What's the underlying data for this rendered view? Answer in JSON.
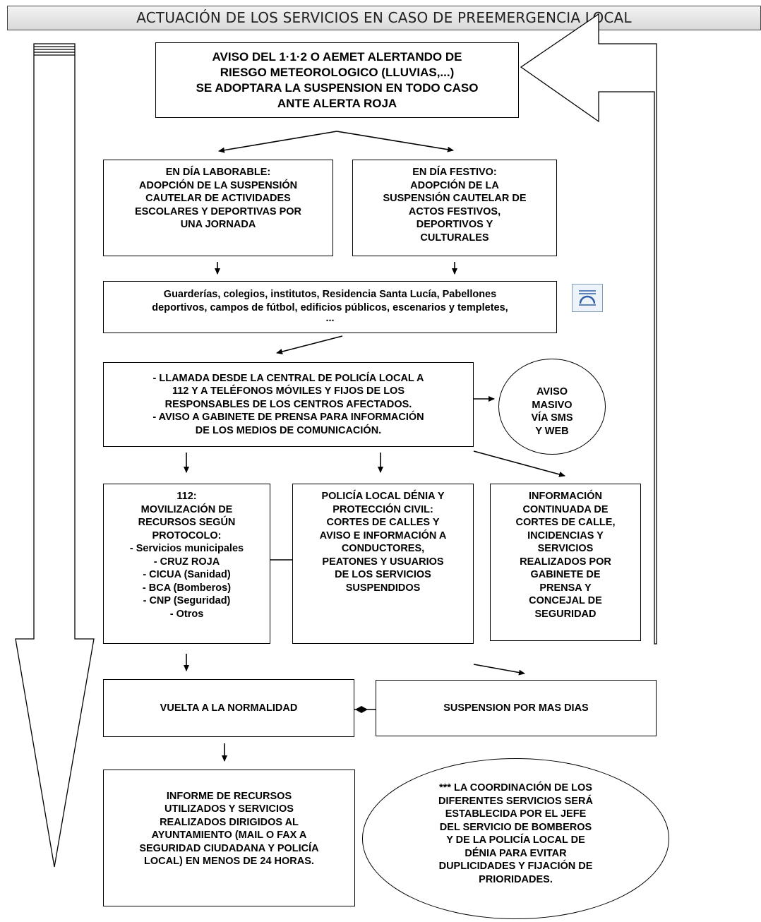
{
  "header": {
    "title": "ACTUACIÓN DE LOS SERVICIOS EN CASO DE PREEMERGENCIA LOCAL"
  },
  "nodes": {
    "aviso": {
      "lines": [
        "AVISO DEL 1·1·2 O AEMET ALERTANDO DE",
        "RIESGO METEOROLOGICO (LLUVIAS,...)",
        "SE ADOPTARA LA SUSPENSION EN TODO CASO",
        "ANTE ALERTA ROJA"
      ]
    },
    "laborable": {
      "lines": [
        "EN DÍA LABORABLE:",
        "ADOPCIÓN DE LA SUSPENSIÓN",
        "CAUTELAR DE ACTIVIDADES",
        "ESCOLARES Y DEPORTIVAS POR",
        "UNA JORNADA"
      ]
    },
    "festivo": {
      "lines": [
        "EN DÍA FESTIVO:",
        "ADOPCIÓN DE LA",
        "SUSPENSIÓN CAUTELAR DE",
        "ACTOS FESTIVOS,",
        "DEPORTIVOS Y",
        "CULTURALES"
      ]
    },
    "centros": {
      "lines": [
        "Guarderías, colegios, institutos, Residencia Santa Lucía, Pabellones",
        "deportivos, campos de fútbol, edificios públicos, escenarios y templetes,",
        "..."
      ]
    },
    "llamada": {
      "lines": [
        "- LLAMADA DESDE LA CENTRAL DE POLICÍA LOCAL A",
        "112 Y A TELÉFONOS MÓVILES Y FIJOS DE LOS",
        "RESPONSABLES DE LOS CENTROS AFECTADOS.",
        "- AVISO A GABINETE DE PRENSA PARA INFORMACIÓN",
        "DE LOS MEDIOS DE COMUNICACIÓN."
      ]
    },
    "masivo": {
      "lines": [
        "AVISO",
        "MASIVO",
        "VÍA SMS",
        "Y WEB"
      ]
    },
    "r112": {
      "lines": [
        "112:",
        "MOVILIZACIÓN DE",
        "RECURSOS SEGÚN",
        "PROTOCOLO:",
        "- Servicios municipales",
        "- CRUZ ROJA",
        "- CICUA (Sanidad)",
        "- BCA (Bomberos)",
        "- CNP (Seguridad)",
        "- Otros"
      ]
    },
    "policia": {
      "lines": [
        "POLICÍA LOCAL DÉNIA Y",
        "PROTECCIÓN CIVIL:",
        "CORTES DE CALLES Y",
        "AVISO E INFORMACIÓN A",
        "CONDUCTORES,",
        "PEATONES Y USUARIOS",
        "DE LOS SERVICIOS",
        "SUSPENDIDOS"
      ]
    },
    "informacion": {
      "lines": [
        "INFORMACIÓN",
        "CONTINUADA DE",
        "CORTES DE CALLE,",
        "INCIDENCIAS Y",
        "SERVICIOS",
        "REALIZADOS POR",
        "GABINETE DE",
        "PRENSA Y",
        "CONCEJAL DE",
        "SEGURIDAD"
      ]
    },
    "normalidad": {
      "lines": [
        "VUELTA A LA NORMALIDAD"
      ]
    },
    "suspension": {
      "lines": [
        "SUSPENSION POR MAS DIAS"
      ]
    },
    "informe": {
      "lines": [
        "INFORME DE RECURSOS",
        "UTILIZADOS Y SERVICIOS",
        "REALIZADOS DIRIGIDOS AL",
        "AYUNTAMIENTO (MAIL O FAX A",
        "SEGURIDAD CIUDADANA Y POLICÍA",
        "LOCAL) EN MENOS DE 24 HORAS."
      ]
    },
    "coordinacion": {
      "lines": [
        "*** LA COORDINACIÓN DE LOS",
        "DIFERENTES SERVICIOS SERÁ",
        "ESTABLECIDA POR EL JEFE",
        "DEL SERVICIO DE BOMBEROS",
        "Y DE LA POLICÍA LOCAL DE",
        "DÉNIA PARA EVITAR",
        "DUPLICIDADES Y FIJACIÓN DE",
        "PRIORIDADES."
      ]
    }
  },
  "colors": {
    "line": "#000000",
    "header_bg": "#e3e3e3",
    "icon_blue": "#2f5fa8"
  }
}
